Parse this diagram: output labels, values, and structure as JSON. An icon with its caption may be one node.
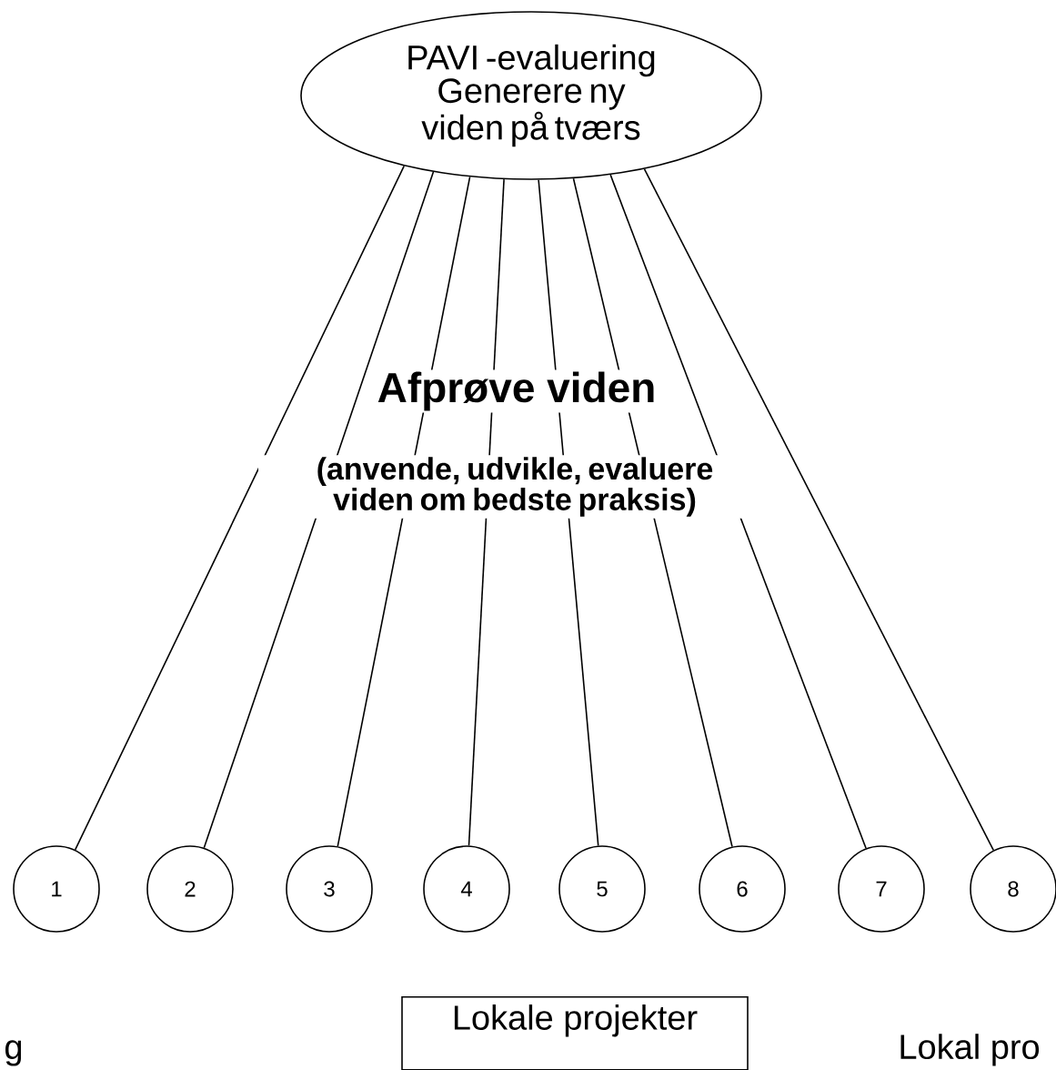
{
  "diagram": {
    "nodes": [
      {
        "text": [
          "PAVI -evaluering",
          "Generere ny viden på tværs"
        ]
      },
      {
        "text": [
          "1"
        ]
      },
      {
        "text": [
          "2"
        ]
      },
      {
        "text": [
          "3"
        ]
      },
      {
        "text": [
          "4"
        ]
      },
      {
        "text": [
          "5"
        ]
      },
      {
        "text": [
          "6"
        ]
      },
      {
        "text": [
          "7"
        ]
      },
      {
        "text": [
          "8"
        ]
      },
      {
        "text": [
          "Lokale projekter"
        ]
      }
    ],
    "edges": [
      {
        "from": 0,
        "to": 1,
        "arrow": "none"
      },
      {
        "from": 0,
        "to": 2,
        "arrow": "none"
      },
      {
        "from": 0,
        "to": 3,
        "arrow": "none"
      },
      {
        "from": 0,
        "to": 4,
        "arrow": "none"
      },
      {
        "from": 0,
        "to": 5,
        "arrow": "none"
      },
      {
        "from": 0,
        "to": 6,
        "arrow": "none"
      },
      {
        "from": 0,
        "to": 7,
        "arrow": "none"
      },
      {
        "from": 0,
        "to": 8,
        "arrow": "none"
      }
    ],
    "labels": [
      "Afprøve viden",
      "(anvende, udvikle, evaluere viden om bedste praksis)",
      "g",
      "Lokal pro"
    ]
  }
}
